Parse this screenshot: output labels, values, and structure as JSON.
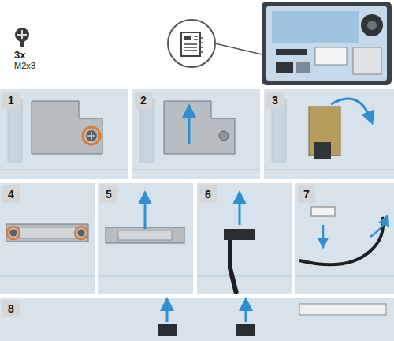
{
  "diagram": {
    "nodes": [
      {
        "text": [
          "1"
        ]
      },
      {
        "text": [
          "2"
        ]
      },
      {
        "text": [
          "3"
        ]
      },
      {
        "text": [
          "4"
        ]
      },
      {
        "text": [
          "5"
        ]
      },
      {
        "text": [
          "6"
        ]
      },
      {
        "text": [
          "7"
        ]
      },
      {
        "text": [
          "8"
        ]
      }
    ],
    "labels": [
      "3x",
      "M2x3"
    ]
  }
}
